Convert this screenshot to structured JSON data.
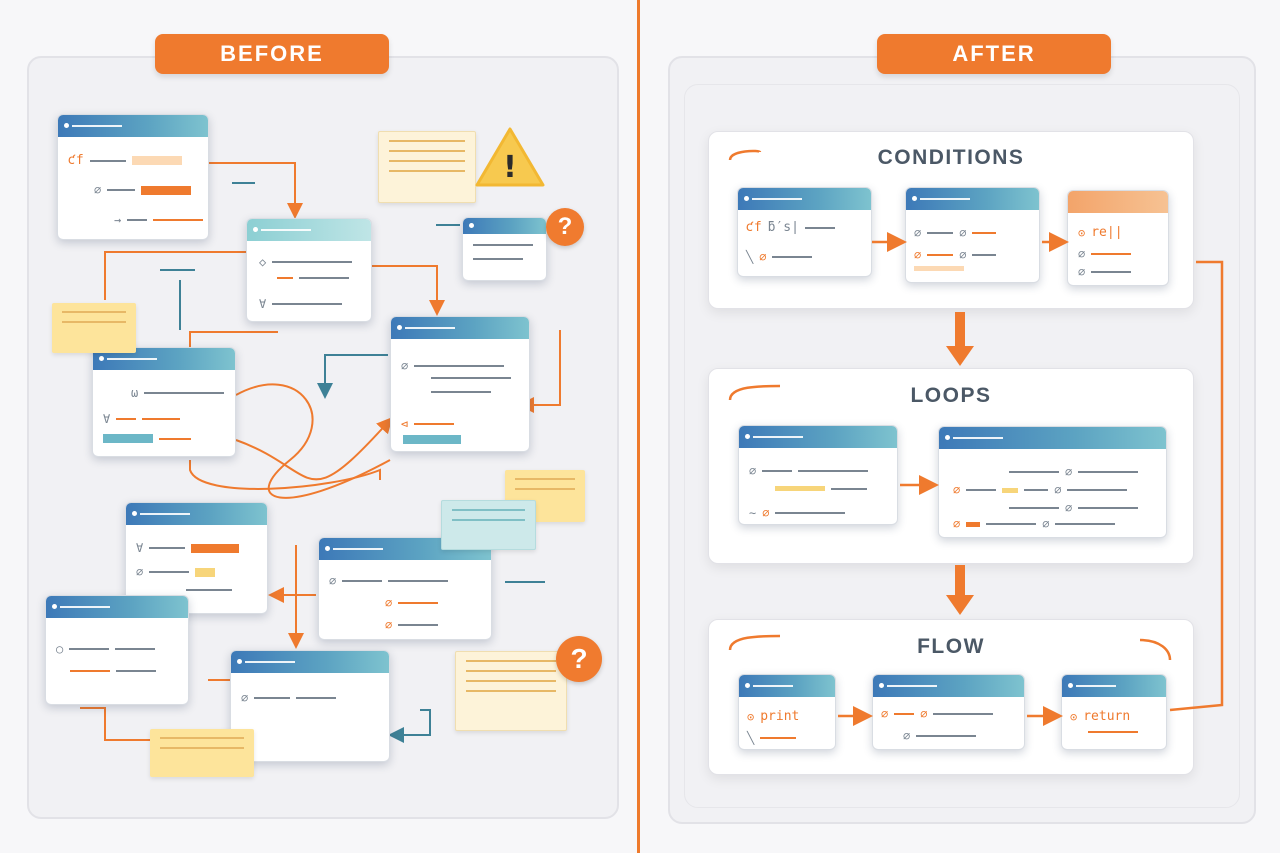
{
  "before": {
    "label": "BEFORE"
  },
  "after": {
    "label": "AFTER",
    "sections": {
      "conditions": "CONDITIONS",
      "loops": "LOOPS",
      "flow": "FLOW"
    },
    "code": {
      "if": "ƈf",
      "else": "ƃ′s∣",
      "return_short": "re∣∣",
      "print": "print",
      "return": "return"
    }
  },
  "glyphs": {
    "if_left": "ƈf",
    "question": "?",
    "warning": "!"
  },
  "colors": {
    "accent": "#ef7a2e",
    "window_bar": "#4a8dbd",
    "panel": "#f1f1f4"
  },
  "icons": [
    "warning-icon",
    "question-icon",
    "arrow-icon"
  ]
}
